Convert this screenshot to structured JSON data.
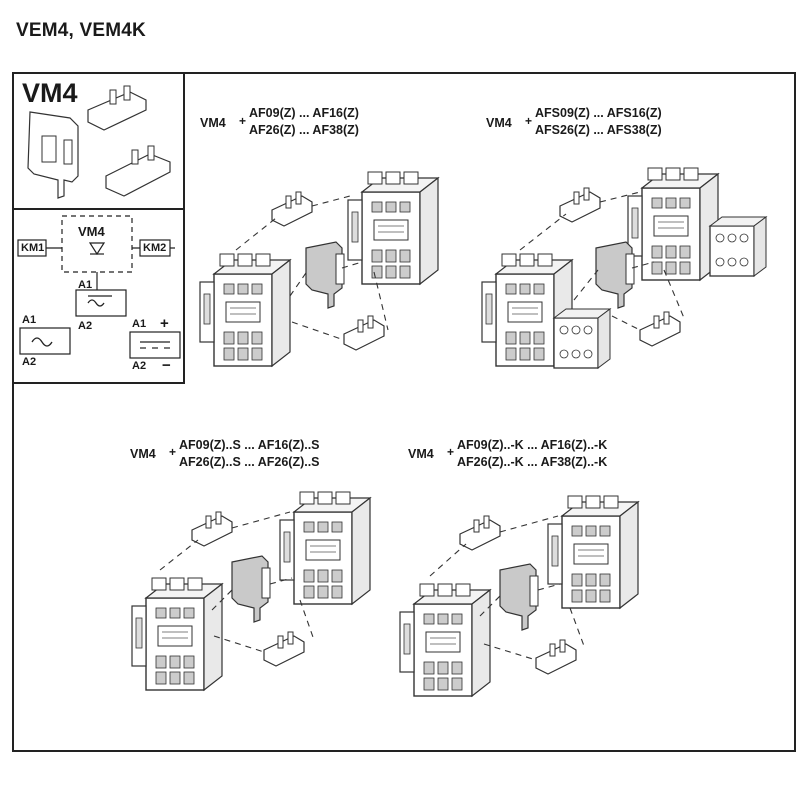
{
  "title": "VEM4, VEM4K",
  "side_panel": {
    "heading": "VM4",
    "schematic": {
      "module_label": "VM4",
      "km1": "KM1",
      "km2": "KM2",
      "coil_ac": {
        "a1": "A1",
        "a2": "A2"
      },
      "coil_acdc": {
        "a1": "A1",
        "a2": "A2"
      },
      "coil_dc": {
        "a1": "A1",
        "a2": "A2",
        "plus": "+",
        "minus": "−"
      }
    }
  },
  "assemblies": [
    {
      "prefix": "VM4",
      "plus": "+",
      "line1": "AF09(Z) ... AF16(Z)",
      "line2": "AF26(Z) ... AF38(Z)"
    },
    {
      "prefix": "VM4",
      "plus": "+",
      "line1": "AFS09(Z) ... AFS16(Z)",
      "line2": "AFS26(Z) ... AFS38(Z)"
    },
    {
      "prefix": "VM4",
      "plus": "+",
      "line1": "AF09(Z)..S ... AF16(Z)..S",
      "line2": "AF26(Z)..S ... AF26(Z)..S"
    },
    {
      "prefix": "VM4",
      "plus": "+",
      "line1": "AF09(Z)..-K ... AF16(Z)..-K",
      "line2": "AF26(Z)..-K ... AF38(Z)..-K"
    }
  ]
}
